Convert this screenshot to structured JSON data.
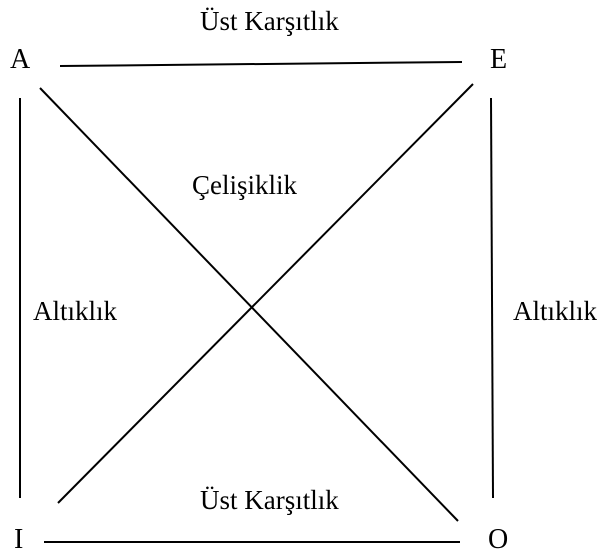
{
  "vertices": {
    "a": "A",
    "e": "E",
    "i": "I",
    "o": "O"
  },
  "relations": {
    "top": "Üst Karşıtlık",
    "bottom": "Üst Karşıtlık",
    "left": "Altıklık",
    "right": "Altıklık",
    "center": "Çelişiklik"
  },
  "colors": {
    "line": "#000000",
    "text": "#000000",
    "background": "#ffffff"
  }
}
